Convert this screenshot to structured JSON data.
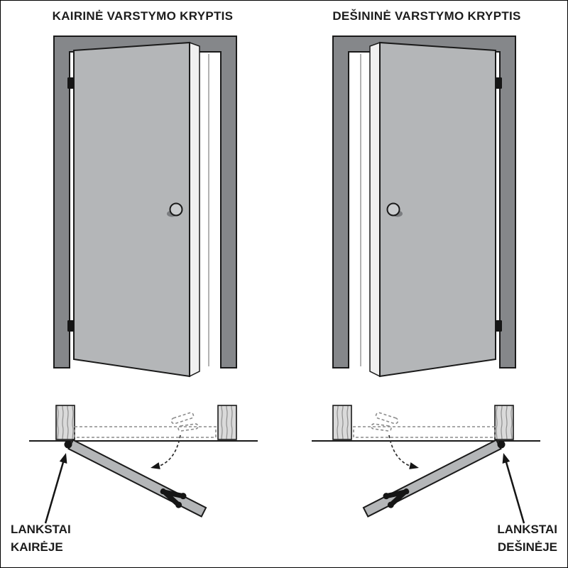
{
  "diagram": {
    "left": {
      "title": "KAIRINĖ VARSTYMO KRYPTIS",
      "label_line1": "LANKSTAI",
      "label_line2": "KAIRĖJE"
    },
    "right": {
      "title": "DEŠININĖ VARSTYMO KRYPTIS",
      "label_line1": "LANKSTAI",
      "label_line2": "DEŠINĖJE"
    }
  },
  "colors": {
    "frame": "#85878a",
    "door": "#b4b6b8",
    "door_edge": "#f0f0f0",
    "outline": "#1a1a1a",
    "dashed_gray": "#8c8c8c",
    "post_grain_bg": "#dadada",
    "post_grain_line": "#8f8f8f",
    "background": "#ffffff"
  }
}
